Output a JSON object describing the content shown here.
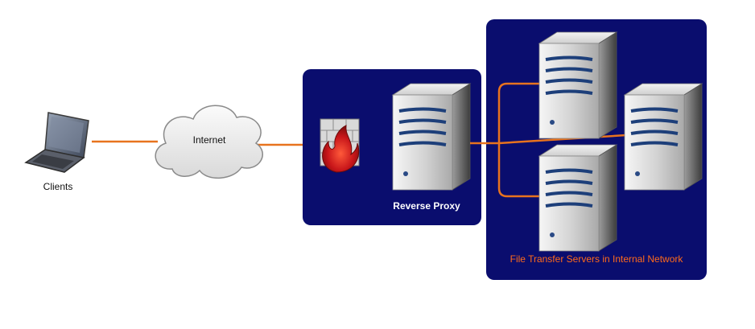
{
  "labels": {
    "clients": "Clients",
    "internet": "Internet",
    "reverse_proxy": "Reverse Proxy",
    "internal_servers": "File Transfer Servers in Internal Network"
  },
  "icons": [
    "laptop-icon",
    "cloud-icon",
    "firewall-icon",
    "server-icon"
  ],
  "colors": {
    "panel": "#0a0d6e",
    "connector": "#e8731e",
    "internal_label": "#ff6a1a",
    "proxy_label": "#ffffff",
    "text": "#111111"
  }
}
